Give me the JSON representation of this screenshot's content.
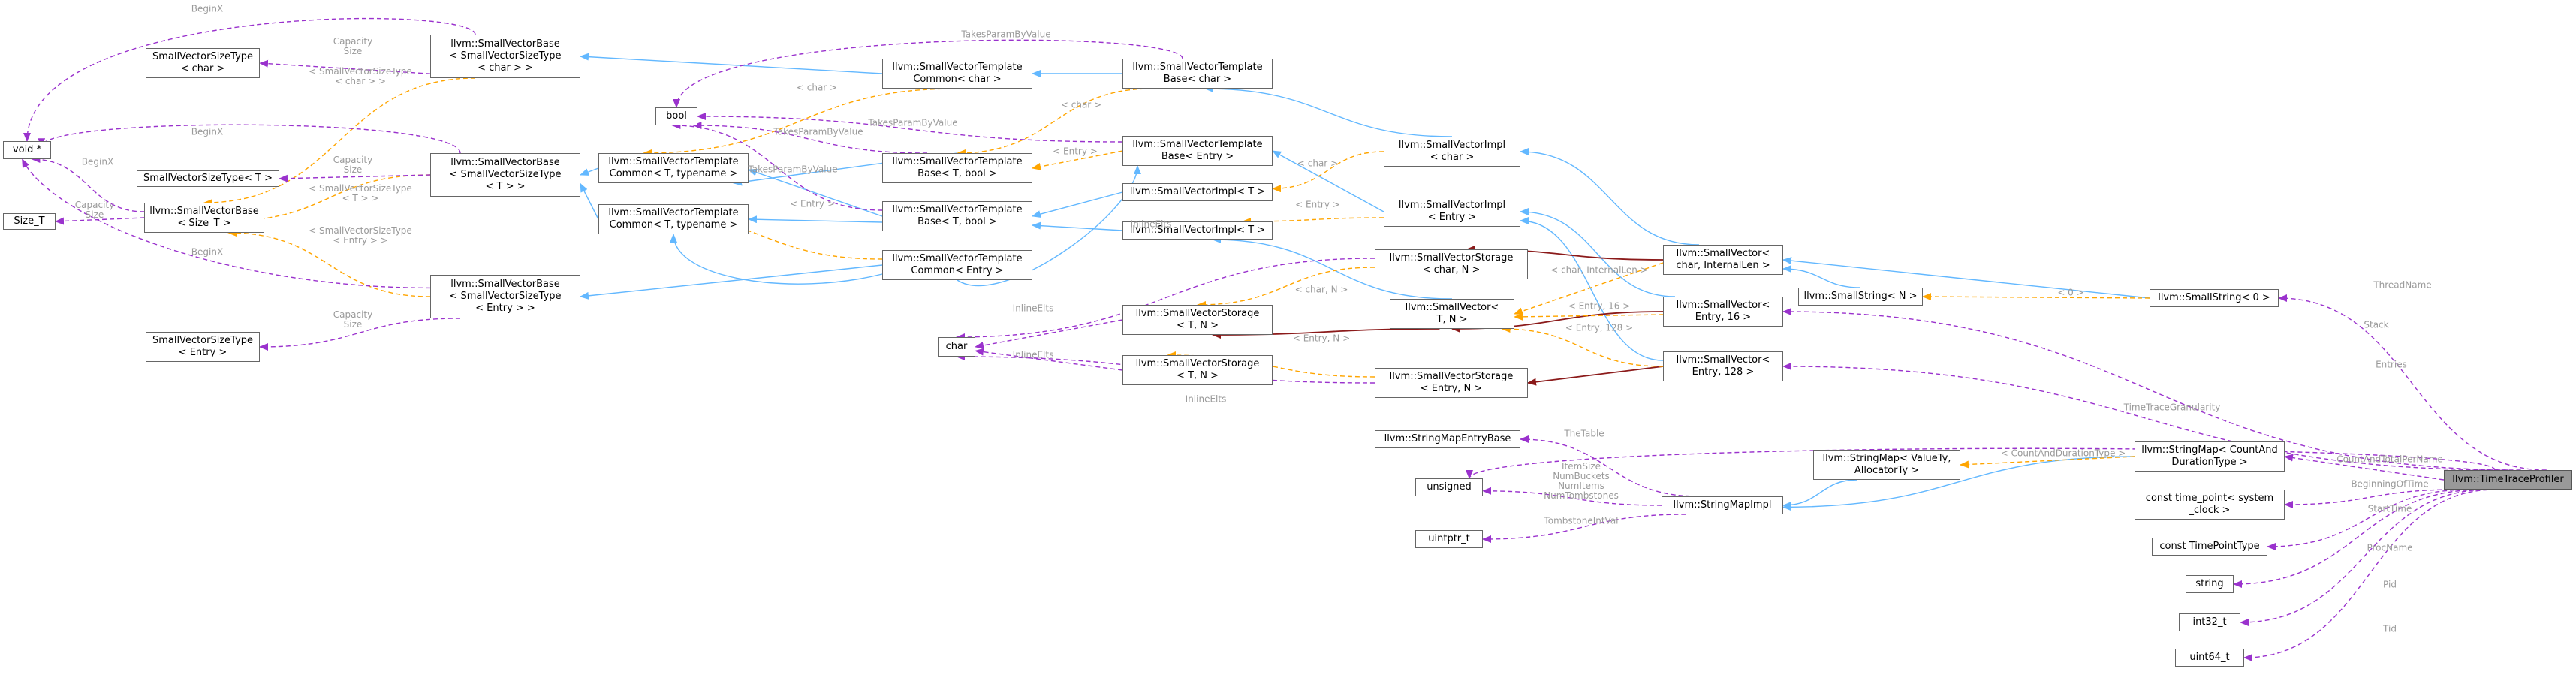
{
  "colors": {
    "inherit": "#63b8ff",
    "usage": "#9a32cd",
    "template": "#ffa500",
    "private": "#8b1a1a",
    "root_fill": "#999999",
    "node_border": "#666666",
    "label_text": "#9a9a9a"
  },
  "nodes": [
    {
      "id": "void",
      "label": "void *"
    },
    {
      "id": "size_t",
      "label": "Size_T"
    },
    {
      "id": "svst_char",
      "label": "SmallVectorSizeType\n< char >"
    },
    {
      "id": "svst_t",
      "label": "SmallVectorSizeType< T >"
    },
    {
      "id": "svst_entry",
      "label": "SmallVectorSizeType\n< Entry >"
    },
    {
      "id": "svb_sizet",
      "label": "llvm::SmallVectorBase\n< Size_T >"
    },
    {
      "id": "svb_char",
      "label": "llvm::SmallVectorBase\n< SmallVectorSizeType\n< char > >"
    },
    {
      "id": "svb_t",
      "label": "llvm::SmallVectorBase\n< SmallVectorSizeType\n< T > >"
    },
    {
      "id": "svb_entry",
      "label": "llvm::SmallVectorBase\n< SmallVectorSizeType\n< Entry > >"
    },
    {
      "id": "bool",
      "label": "bool"
    },
    {
      "id": "svtc_t",
      "label": "llvm::SmallVectorTemplate\nCommon< T, typename >"
    },
    {
      "id": "svtc_t2",
      "label": "llvm::SmallVectorTemplate\nCommon< T, typename >"
    },
    {
      "id": "svtc_char",
      "label": "llvm::SmallVectorTemplate\nCommon< char >"
    },
    {
      "id": "svtb_tbool",
      "label": "llvm::SmallVectorTemplate\nBase< T, bool >"
    },
    {
      "id": "svtb_tbool2",
      "label": "llvm::SmallVectorTemplate\nBase< T, bool >"
    },
    {
      "id": "svtc_entry",
      "label": "llvm::SmallVectorTemplate\nCommon< Entry >"
    },
    {
      "id": "svtb_char",
      "label": "llvm::SmallVectorTemplate\nBase< char >"
    },
    {
      "id": "svtb_entry",
      "label": "llvm::SmallVectorTemplate\nBase< Entry >"
    },
    {
      "id": "svi_t",
      "label": "llvm::SmallVectorImpl< T >"
    },
    {
      "id": "svi_t2",
      "label": "llvm::SmallVectorImpl< T >"
    },
    {
      "id": "svi_char",
      "label": "llvm::SmallVectorImpl\n< char >"
    },
    {
      "id": "svi_entry",
      "label": "llvm::SmallVectorImpl\n< Entry >"
    },
    {
      "id": "char",
      "label": "char"
    },
    {
      "id": "svs_tn",
      "label": "llvm::SmallVectorStorage\n< T, N >"
    },
    {
      "id": "svs_tn2",
      "label": "llvm::SmallVectorStorage\n< T, N >"
    },
    {
      "id": "svs_charn",
      "label": "llvm::SmallVectorStorage\n< char, N >"
    },
    {
      "id": "sv_tn",
      "label": "llvm::SmallVector<\nT, N >"
    },
    {
      "id": "svs_entryn",
      "label": "llvm::SmallVectorStorage\n< Entry, N >"
    },
    {
      "id": "sv_char_il",
      "label": "llvm::SmallVector<\nchar, InternalLen >"
    },
    {
      "id": "sv_entry16",
      "label": "llvm::SmallVector<\nEntry, 16 >"
    },
    {
      "id": "sv_entry128",
      "label": "llvm::SmallVector<\nEntry, 128 >"
    },
    {
      "id": "ss_n",
      "label": "llvm::SmallString< N >"
    },
    {
      "id": "ss_0",
      "label": "llvm::SmallString< 0 >"
    },
    {
      "id": "smeb",
      "label": "llvm::StringMapEntryBase"
    },
    {
      "id": "unsigned",
      "label": "unsigned"
    },
    {
      "id": "uintptr",
      "label": "uintptr_t"
    },
    {
      "id": "smimpl",
      "label": "llvm::StringMapImpl"
    },
    {
      "id": "sm_vt",
      "label": "llvm::StringMap< ValueTy,\nAllocatorTy >"
    },
    {
      "id": "sm_cad",
      "label": "llvm::StringMap< CountAnd\nDurationType >"
    },
    {
      "id": "tp",
      "label": "const time_point< system\n_clock >"
    },
    {
      "id": "tpt",
      "label": "const TimePointType"
    },
    {
      "id": "string",
      "label": "string"
    },
    {
      "id": "int32",
      "label": "int32_t"
    },
    {
      "id": "uint64",
      "label": "uint64_t"
    },
    {
      "id": "root",
      "label": "llvm::TimeTraceProfiler"
    }
  ],
  "edge_labels": [
    {
      "id": "l_beginx_char",
      "text": "BeginX"
    },
    {
      "id": "l_capsize_char",
      "text": "Capacity\nSize"
    },
    {
      "id": "l_beginx_t",
      "text": "BeginX"
    },
    {
      "id": "l_capsize_t",
      "text": "Capacity\nSize"
    },
    {
      "id": "l_beginx_sizet",
      "text": "BeginX"
    },
    {
      "id": "l_capsize_sizet",
      "text": "Capacity\nSize"
    },
    {
      "id": "l_beginx_entry",
      "text": "BeginX"
    },
    {
      "id": "l_capsize_entry",
      "text": "Capacity\nSize"
    },
    {
      "id": "l_svst_char",
      "text": "< SmallVectorSizeType\n< char > >"
    },
    {
      "id": "l_svst_t",
      "text": "< SmallVectorSizeType\n< T > >"
    },
    {
      "id": "l_svst_entry",
      "text": "< SmallVectorSizeType\n< Entry > >"
    },
    {
      "id": "l_tpv_char",
      "text": "TakesParamByValue"
    },
    {
      "id": "l_tpv_entry",
      "text": "TakesParamByValue"
    },
    {
      "id": "l_tpv_tbool",
      "text": "TakesParamByValue"
    },
    {
      "id": "l_tpv_tbool2",
      "text": "TakesParamByValue"
    },
    {
      "id": "l_char_a",
      "text": "< char >"
    },
    {
      "id": "l_char_b",
      "text": "< char >"
    },
    {
      "id": "l_entry_a",
      "text": "< Entry >"
    },
    {
      "id": "l_entry_b",
      "text": "< Entry >"
    },
    {
      "id": "l_char_c",
      "text": "< char >"
    },
    {
      "id": "l_entry_c",
      "text": "< Entry >"
    },
    {
      "id": "l_inline1",
      "text": "InlineElts"
    },
    {
      "id": "l_inline2",
      "text": "InlineElts"
    },
    {
      "id": "l_inline3",
      "text": "InlineElts"
    },
    {
      "id": "l_inline4",
      "text": "InlineElts"
    },
    {
      "id": "l_charn",
      "text": "< char, N >"
    },
    {
      "id": "l_entryn",
      "text": "< Entry, N >"
    },
    {
      "id": "l_char_il",
      "text": "< char, InternalLen >"
    },
    {
      "id": "l_entry16",
      "text": "< Entry, 16 >"
    },
    {
      "id": "l_entry128",
      "text": "< Entry, 128 >"
    },
    {
      "id": "l_zero",
      "text": "< 0 >"
    },
    {
      "id": "l_threadname",
      "text": "ThreadName"
    },
    {
      "id": "l_stack",
      "text": "Stack"
    },
    {
      "id": "l_entries",
      "text": "Entries"
    },
    {
      "id": "l_ttg",
      "text": "TimeTraceGranularity"
    },
    {
      "id": "l_thetable",
      "text": "TheTable"
    },
    {
      "id": "l_itemsize",
      "text": "ItemSize\nNumBuckets\nNumItems\nNumTombstones"
    },
    {
      "id": "l_tombstone",
      "text": "TombstoneIntVal"
    },
    {
      "id": "l_cadt",
      "text": "< CountAndDurationType >"
    },
    {
      "id": "l_ctpn",
      "text": "CountAndTotalPerName"
    },
    {
      "id": "l_begin",
      "text": "BeginningOfTime"
    },
    {
      "id": "l_start",
      "text": "StartTime"
    },
    {
      "id": "l_proc",
      "text": "ProcName"
    },
    {
      "id": "l_pid",
      "text": "Pid"
    },
    {
      "id": "l_tid",
      "text": "Tid"
    }
  ]
}
